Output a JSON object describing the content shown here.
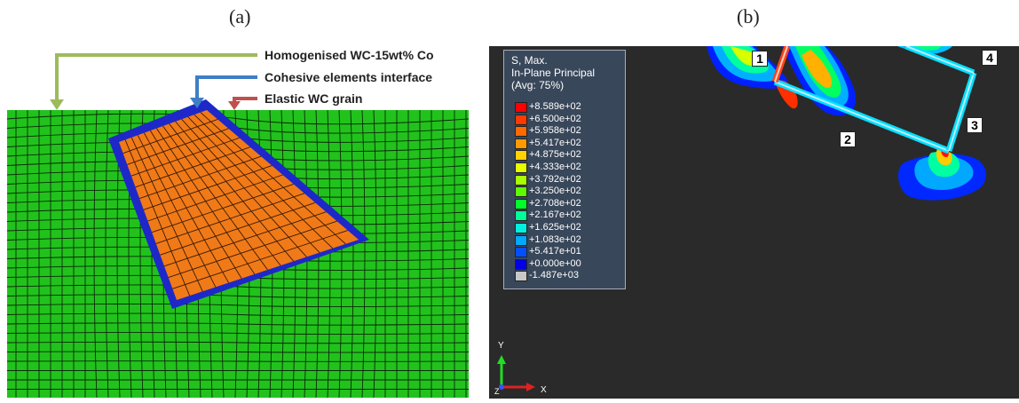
{
  "panels": {
    "a_label": "(a)",
    "b_label": "(b)"
  },
  "annotations": {
    "homogenised": "Homogenised WC-15wt% Co",
    "cohesive": "Cohesive elements interface",
    "elastic": "Elastic WC grain"
  },
  "colors": {
    "matrix": "#22c21d",
    "grain": "#f07a18",
    "interface": "#1e28c8",
    "arrow_green": "#9dbb5b",
    "arrow_blue": "#3f7ec7",
    "arrow_red": "#c0504d"
  },
  "legend": {
    "title_line1": "S, Max.",
    "title_line2": "In-Plane Principal",
    "title_line3": "(Avg: 75%)",
    "entries": [
      {
        "value": "+8.589e+02",
        "color": "#ff0000"
      },
      {
        "value": "+6.500e+02",
        "color": "#ff3a00"
      },
      {
        "value": "+5.958e+02",
        "color": "#ff6a00"
      },
      {
        "value": "+5.417e+02",
        "color": "#ff9a00"
      },
      {
        "value": "+4.875e+02",
        "color": "#ffd200"
      },
      {
        "value": "+4.333e+02",
        "color": "#e6ff00"
      },
      {
        "value": "+3.792e+02",
        "color": "#a8ff00"
      },
      {
        "value": "+3.250e+02",
        "color": "#5cff00"
      },
      {
        "value": "+2.708e+02",
        "color": "#00ff2a"
      },
      {
        "value": "+2.167e+02",
        "color": "#00ff9a"
      },
      {
        "value": "+1.625e+02",
        "color": "#00f0e0"
      },
      {
        "value": "+1.083e+02",
        "color": "#00a8ff"
      },
      {
        "value": "+5.417e+01",
        "color": "#0050ff"
      },
      {
        "value": "+0.000e+00",
        "color": "#0000e6"
      },
      {
        "value": "-1.487e+03",
        "color": "#c8c8c8"
      }
    ]
  },
  "markers": [
    "1",
    "2",
    "3",
    "4"
  ],
  "axes": {
    "y": "Y",
    "x": "X",
    "z": "Z"
  }
}
